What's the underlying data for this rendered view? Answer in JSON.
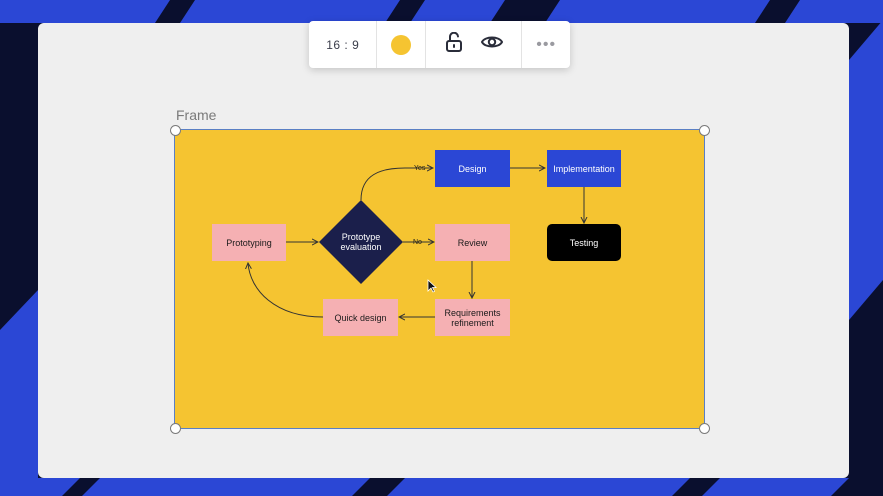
{
  "toolbar": {
    "aspect_ratio": "16 : 9",
    "fill_color": "#f5c431",
    "lock_icon": "lock-open-icon",
    "visibility_icon": "eye-icon",
    "more_label": "•••"
  },
  "frame": {
    "label": "Frame",
    "background": "#f5c431"
  },
  "flowchart": {
    "nodes": {
      "prototyping": "Prototyping",
      "prototype_evaluation_line1": "Prototype",
      "prototype_evaluation_line2": "evaluation",
      "design": "Design",
      "implementation": "Implementation",
      "testing": "Testing",
      "review": "Review",
      "requirements_line1": "Requirements",
      "requirements_line2": "refinement",
      "quick_design": "Quick design"
    },
    "edge_labels": {
      "yes": "Yes",
      "no": "No"
    }
  },
  "colors": {
    "frame_fill": "#f5c431",
    "node_pink": "#f5b0b3",
    "node_blue": "#2b47d5",
    "node_black": "#000000",
    "diamond": "#1b1f4b",
    "background_stripes": "#2b47d5"
  }
}
